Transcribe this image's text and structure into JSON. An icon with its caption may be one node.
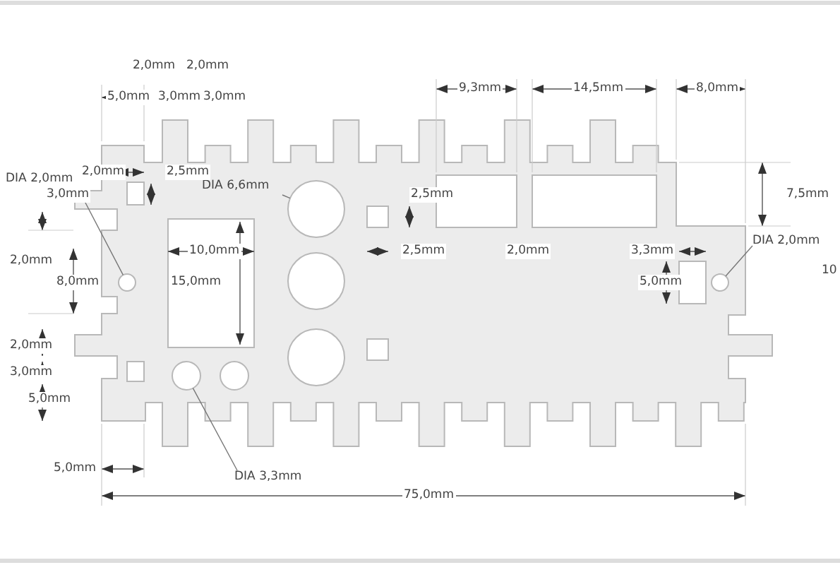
{
  "diagram": {
    "nodes": [
      {
        "text": [
          "DIA 2,0mm"
        ]
      },
      {
        "text": [],
        "shape": "circle"
      },
      {
        "text": [
          "DIA 6,6mm"
        ]
      },
      {
        "text": [],
        "shape": "circle"
      },
      {
        "text": [
          "DIA 3,3mm"
        ]
      },
      {
        "text": [],
        "shape": "circle"
      },
      {
        "text": [
          "DIA 2,0mm"
        ]
      },
      {
        "text": [],
        "shape": "circle"
      }
    ],
    "edges": [
      {
        "from": 0,
        "to": 1,
        "arrow": "none"
      },
      {
        "from": 2,
        "to": 3,
        "arrow": "none"
      },
      {
        "from": 4,
        "to": 5,
        "arrow": "none"
      },
      {
        "from": 6,
        "to": 7,
        "arrow": "none"
      }
    ],
    "labels": [
      "2,0mm",
      "2,0mm",
      "9,3mm",
      "14,5mm",
      "8,0mm",
      "5,0mm",
      "3,0mm",
      "3,0mm",
      "2,0mm",
      "2,5mm",
      "3,0mm",
      "2,5mm",
      "7,5mm",
      "10,0mm",
      "2,5mm",
      "2,0mm",
      "3,3mm",
      "2,0mm",
      "10",
      "8,0mm",
      "15,0mm",
      "5,0mm",
      "2,0mm",
      "3,0mm",
      "5,0mm",
      "5,0mm",
      "75,0mm"
    ]
  }
}
